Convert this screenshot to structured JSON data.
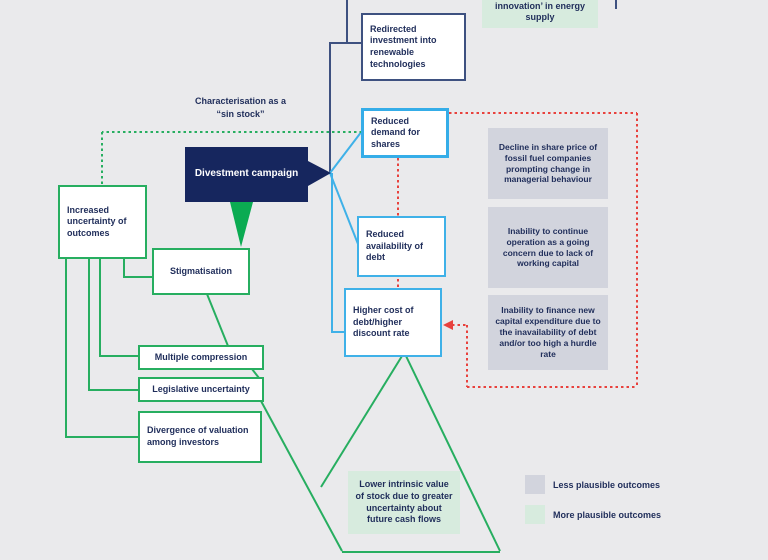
{
  "colors": {
    "background": "#eaeaec",
    "navy_border": "#3e5180",
    "navy_fill": "#16265e",
    "light_blue": "#3fb1e8",
    "green": "#27ae60",
    "green_pointer": "#0bab52",
    "red_dotted": "#e8413d",
    "gray_box_fill": "#d2d4dd",
    "green_box_fill": "#d7ebde",
    "text": "#1f2d5a"
  },
  "nodes": {
    "innovation": {
      "lines": [
        "innovation’ in energy",
        "supply"
      ]
    },
    "redirected": {
      "label": "Redirected investment into renewable technologies"
    },
    "reduced_demand": {
      "label": "Reduced demand for shares"
    },
    "reduced_availability": {
      "label": "Reduced availability of debt"
    },
    "higher_cost": {
      "label": "Higher cost of debt/higher discount rate"
    },
    "divestment": {
      "label": "Divestment campaign"
    },
    "increased_uncertainty": {
      "label": "Increased uncertainty of outcomes"
    },
    "stigmatisation": {
      "label": "Stigmatisation"
    },
    "multiple_compression": {
      "label": "Multiple compression"
    },
    "legislative_uncertainty": {
      "label": "Legislative uncertainty"
    },
    "divergence": {
      "label": "Divergence of valuation among investors"
    },
    "decline_share_price": {
      "label": "Decline in share price of fossil fuel companies prompting change in managerial behaviour"
    },
    "inability_operation": {
      "label": "Inability to continue operation as a going concern due to lack of working capital"
    },
    "inability_finance": {
      "label": "Inability to finance new capital expenditure due to the inavailability of debt and/or too high a hurdle rate"
    },
    "lower_intrinsic": {
      "label": "Lower intrinsic value of stock due to greater uncertainty about future cash flows"
    }
  },
  "annotations": {
    "characterisation": {
      "lines": [
        "Characterisation as a",
        "“sin stock”"
      ]
    }
  },
  "legend": {
    "items": [
      {
        "label": "Less plausible outcomes",
        "swatch": "#d2d4dd"
      },
      {
        "label": "More plausible outcomes",
        "swatch": "#d7ebde"
      }
    ]
  }
}
